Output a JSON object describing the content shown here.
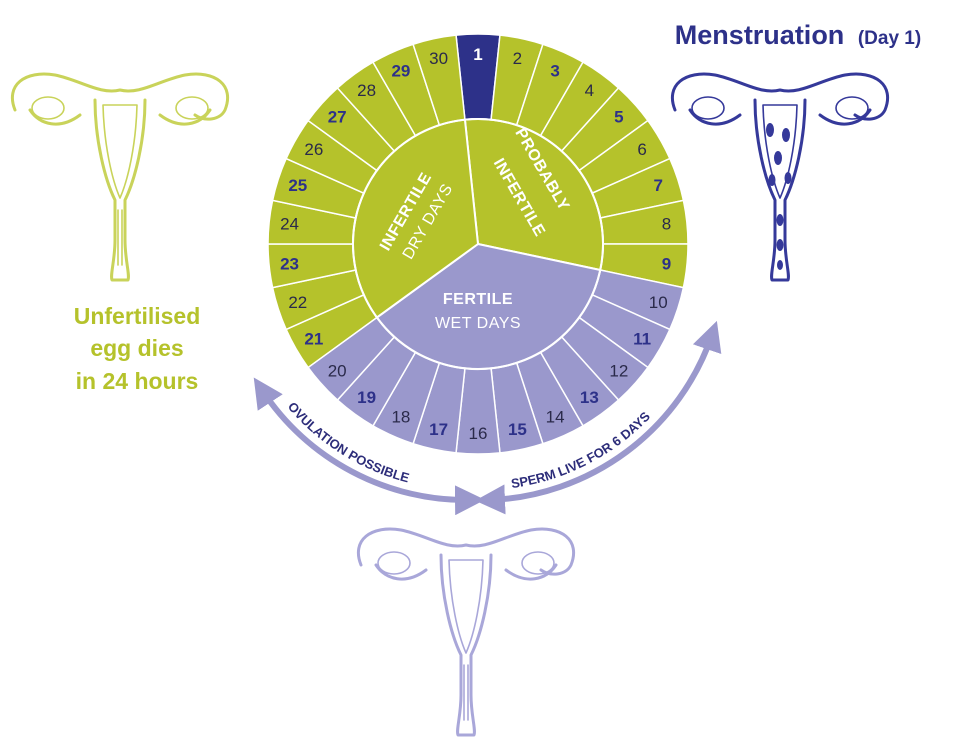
{
  "header": {
    "title": "Menstruation",
    "title_suffix": "(Day 1)"
  },
  "left_caption": {
    "lines": [
      "Unfertilised",
      "egg dies",
      "in 24 hours"
    ]
  },
  "cycle": {
    "days": [
      "1",
      "2",
      "3",
      "4",
      "5",
      "6",
      "7",
      "8",
      "9",
      "10",
      "11",
      "12",
      "13",
      "14",
      "15",
      "16",
      "17",
      "18",
      "19",
      "20",
      "21",
      "22",
      "23",
      "24",
      "25",
      "26",
      "27",
      "28",
      "29",
      "30"
    ],
    "bold_days": [
      1,
      3,
      5,
      7,
      9,
      11,
      13,
      15,
      17,
      19,
      21,
      23,
      25,
      27,
      29
    ],
    "phases": {
      "probably_infertile": {
        "line1": "PROBABLY",
        "line2": "INFERTILE"
      },
      "fertile": {
        "line1": "FERTILE",
        "line2": "WET DAYS"
      },
      "infertile": {
        "line1": "INFERTILE",
        "line2": "DRY DAYS"
      }
    }
  },
  "arrows": {
    "left_label": "OVULATION POSSIBLE",
    "right_label": "SPERM LIVE FOR 6 DAYS"
  },
  "colors": {
    "green": "#b5c22b",
    "purple": "#9a98cc",
    "navy": "#2d3189",
    "menstruation": "#2d3189",
    "uterus_green": "#c9d35a",
    "uterus_navy": "#35399a",
    "uterus_lavender": "#a9a7d9",
    "arrow": "#9a98cc"
  },
  "icons": {
    "uterus_left": "uterus-icon",
    "uterus_right": "uterus-menstruating-icon",
    "uterus_bottom": "uterus-icon"
  }
}
